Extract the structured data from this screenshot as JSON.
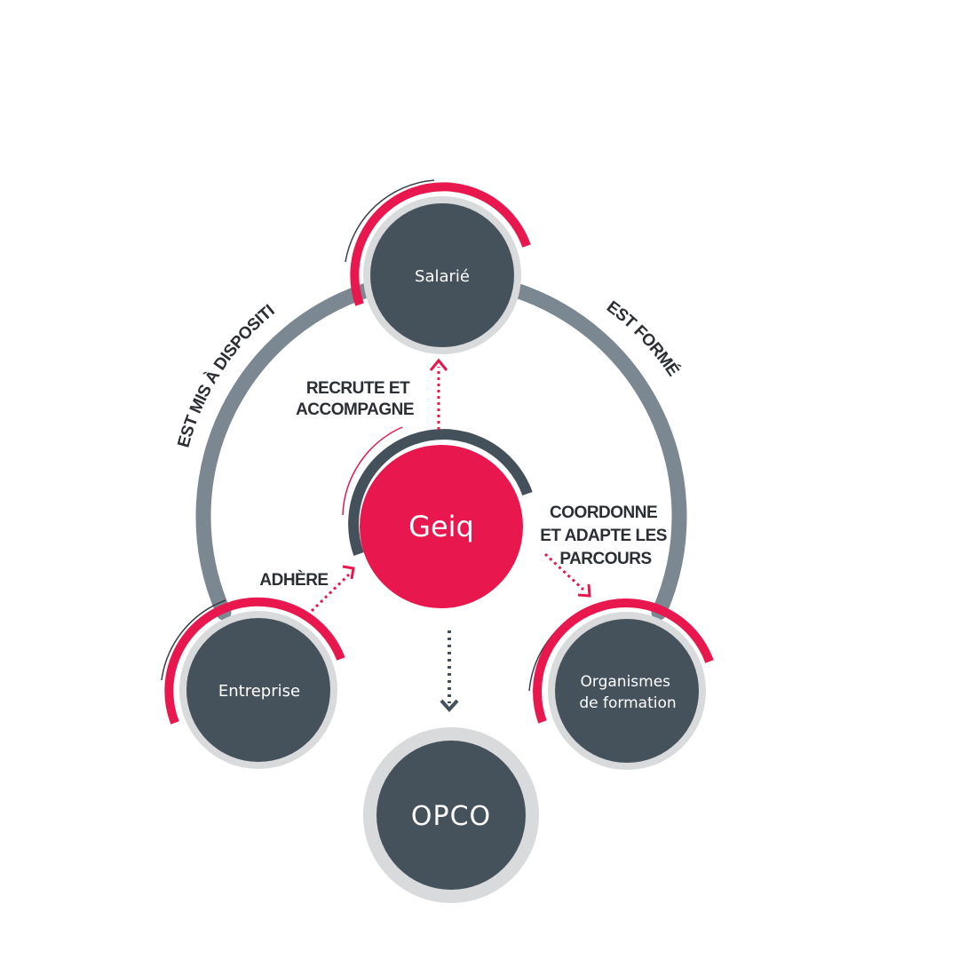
{
  "colors": {
    "node_fill": "#45525c",
    "node_ring": "#d9dadb",
    "accent_red": "#e8174d",
    "outer_loop": "#7b8891",
    "dark_arc": "#44505a",
    "text_dark": "#2b2f33",
    "arrow_dotted": "#e8174d",
    "arrow_dark": "#44505a"
  },
  "nodes": {
    "salarie": "Salarié",
    "geiq": "Geiq",
    "entreprise": "Entreprise",
    "organismes_line1": "Organismes",
    "organismes_line2": "de formation",
    "opco": "OPCO"
  },
  "relations": {
    "est_mis_a_disposition": "EST MIS À DISPOSITION",
    "est_forme": "EST FORMÉ",
    "recrute_line1": "RECRUTE ET",
    "recrute_line2": "ACCOMPAGNE",
    "coordonne_line1": "COORDONNE",
    "coordonne_line2": "ET ADAPTE LES",
    "coordonne_line3": "PARCOURS",
    "adhere": "ADHÈRE"
  }
}
